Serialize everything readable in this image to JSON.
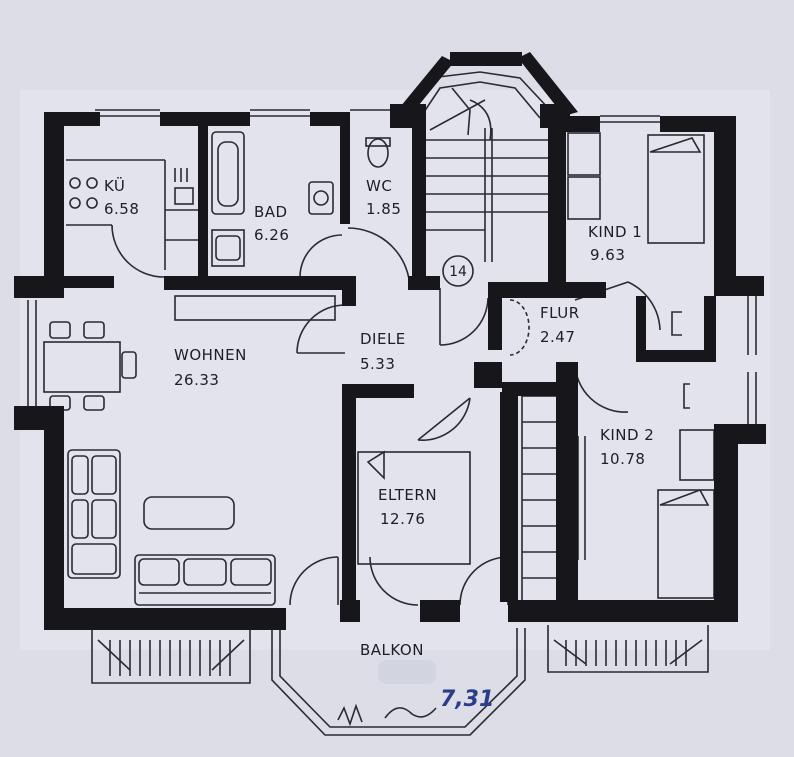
{
  "rooms": [
    {
      "name": "KÜ",
      "area": "6.58"
    },
    {
      "name": "BAD",
      "area": "6.26"
    },
    {
      "name": "WC",
      "area": "1.85"
    },
    {
      "name": "KIND 1",
      "area": "9.63"
    },
    {
      "name": "FLUR",
      "area": "2.47"
    },
    {
      "name": "DIELE",
      "area": "5.33"
    },
    {
      "name": "WOHNEN",
      "area": "26.33"
    },
    {
      "name": "KIND 2",
      "area": "10.78"
    },
    {
      "name": "ELTERN",
      "area": "12.76"
    }
  ],
  "balcony": {
    "name": "BALKON"
  },
  "stair_number": "14",
  "handwritten_note": "7,31"
}
